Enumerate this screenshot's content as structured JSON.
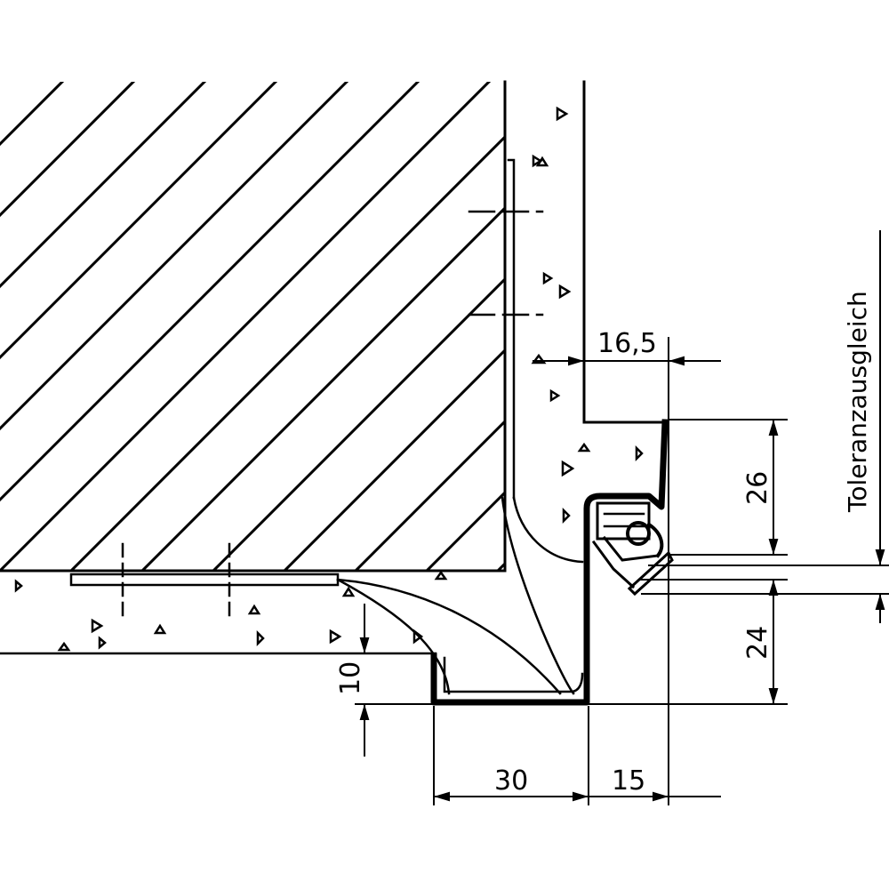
{
  "dimensions": {
    "top_width": "16,5",
    "upper_height": "26",
    "lower_height": "24",
    "step_height": "10",
    "base_width": "30",
    "leg_width": "15"
  },
  "labels": {
    "tolerance": "Toleranzausgleich"
  },
  "colors": {
    "ink": "#000000",
    "paper": "#ffffff"
  }
}
